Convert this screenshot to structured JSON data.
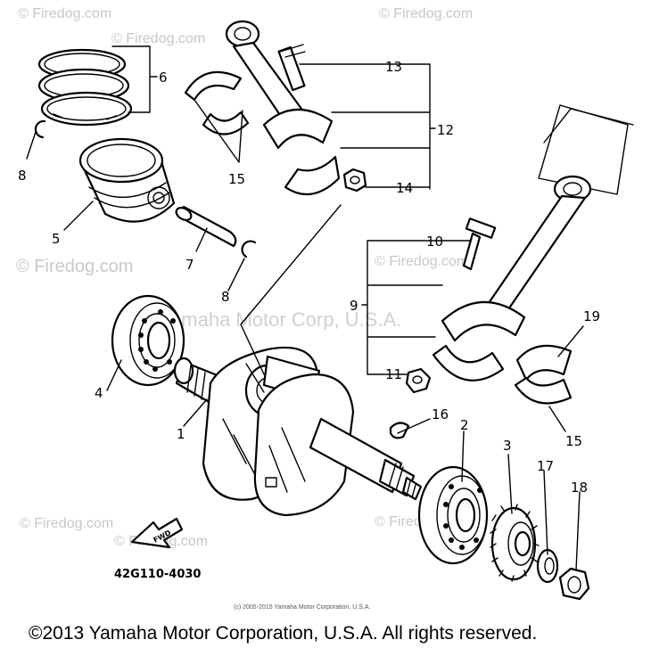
{
  "watermarks": {
    "top_left": "© Firedog.com",
    "top_center": "© Firedog.com",
    "top_right": "© Firedog.com",
    "mid_left": "© Firedog.com",
    "mid_right": "© Firedog.com",
    "bottom_left": "© Firedog.com",
    "bottom_center": "© Firedog.com",
    "bottom_right": "© Firedog.com",
    "corp": "Yamaha Motor Corp, U.S.A."
  },
  "callouts": {
    "n1": "1",
    "n2": "2",
    "n3": "3",
    "n4": "4",
    "n5": "5",
    "n6": "6",
    "n7": "7",
    "n8a": "8",
    "n8b": "8",
    "n9": "9",
    "n10": "10",
    "n11": "11",
    "n12": "12",
    "n13": "13",
    "n14": "14",
    "n15a": "15",
    "n15b": "15",
    "n16": "16",
    "n17": "17",
    "n18": "18",
    "n19": "19"
  },
  "fwd_label": "FWD",
  "part_code": "42G110-4030",
  "small_copyright": "(c) 2005-2015 Yamaha Motor Corporation, U.S.A.",
  "copyright": "©2013 Yamaha Motor Corporation, U.S.A. All rights reserved."
}
